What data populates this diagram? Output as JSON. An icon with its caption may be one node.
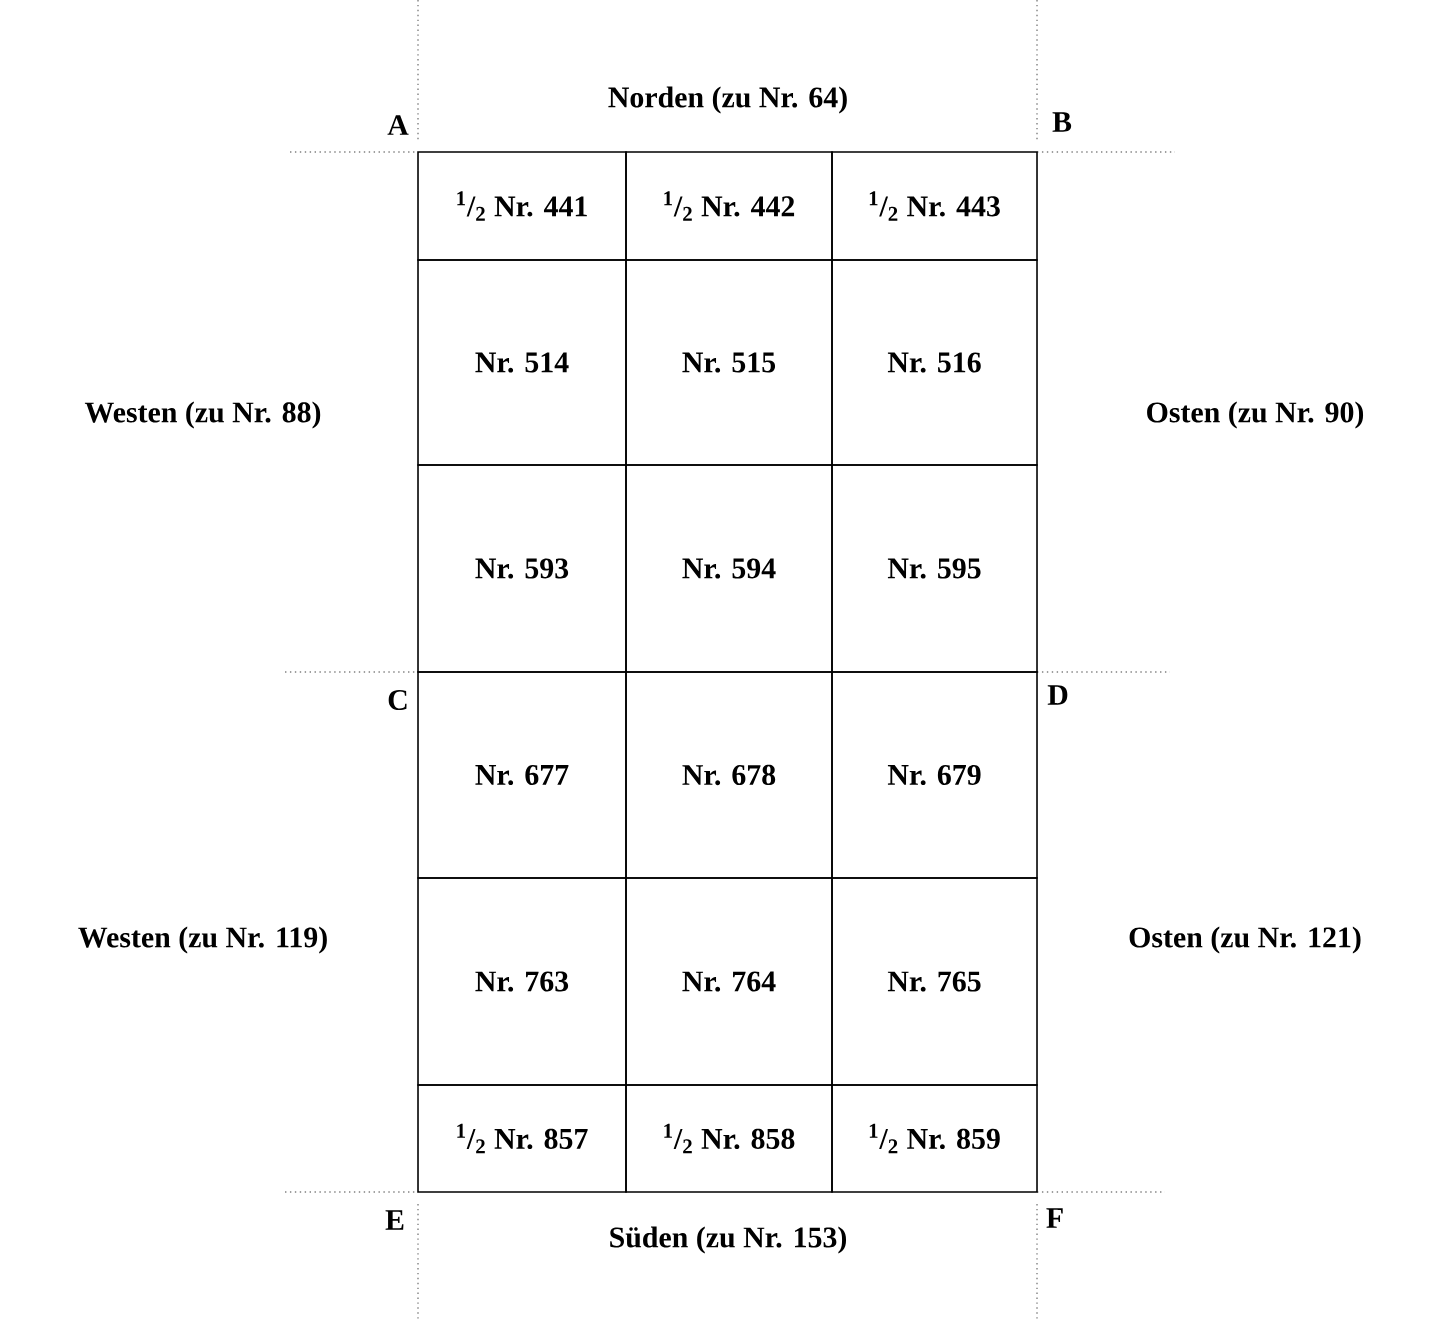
{
  "diagram": {
    "labels": [
      "A",
      "Norden (zu Nr. 64)",
      "B",
      "$^{1}$/$_{2}$ Nr. 441",
      "$^{1}$/$_{2}$ Nr. 442",
      "$^{1}$/$_{2}$ Nr. 443",
      "Nr. 514",
      "Nr. 515",
      "Nr. 516",
      "Westen (zu Nr. 88)",
      "Osten (zu Nr. 90)",
      "Nr. 593",
      "Nr. 594",
      "Nr. 595",
      "C",
      "D",
      "Nr. 677",
      "Nr. 678",
      "Nr. 679",
      "Westen (zu Nr. 119)",
      "Osten (zu Nr. 121)",
      "Nr. 763",
      "Nr. 764",
      "Nr. 765",
      "$^{1}$/$_{2}$ Nr. 857",
      "$^{1}$/$_{2}$ Nr. 858",
      "$^{1}$/$_{2}$ Nr. 859",
      "E",
      "Süden (zu Nr. 153)",
      "F"
    ]
  }
}
